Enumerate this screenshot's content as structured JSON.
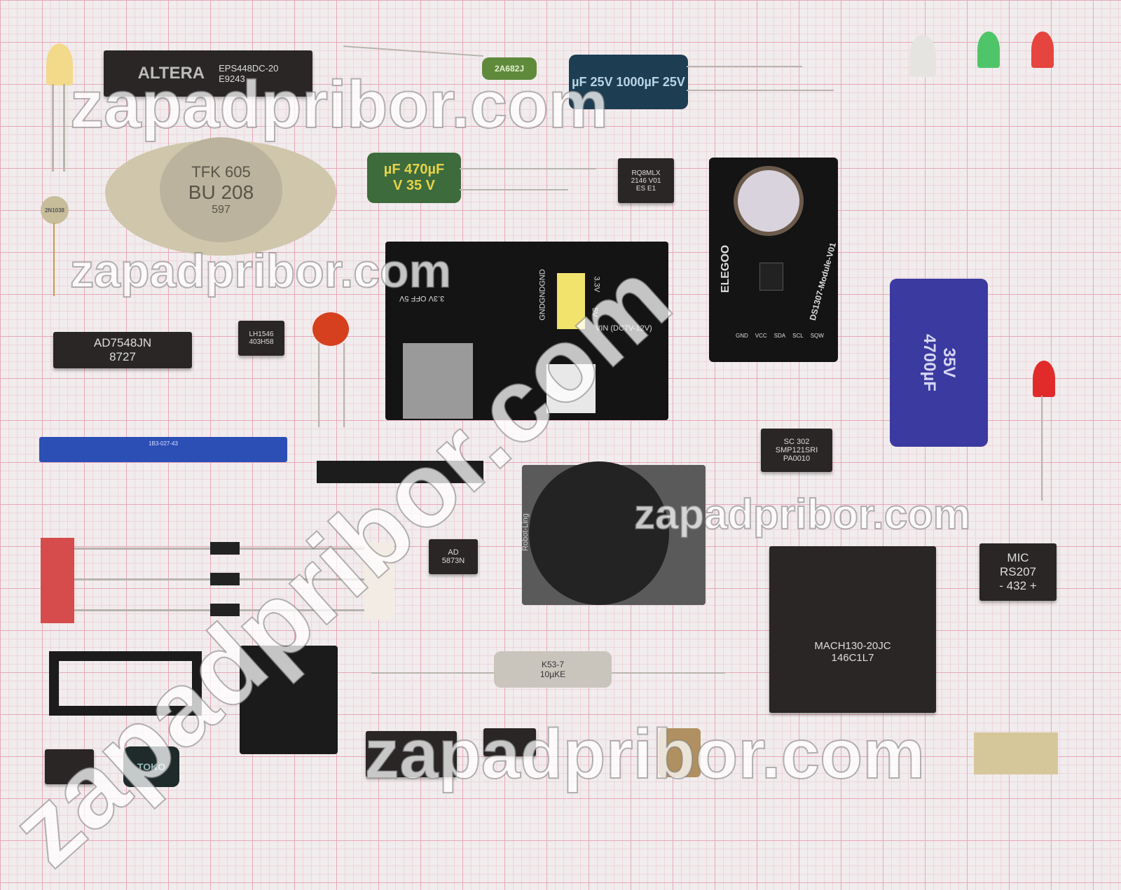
{
  "watermark": "zapadpribor.com",
  "components": {
    "altera_chip": {
      "brand": "ALTERA",
      "part": "EPS448DC-20",
      "code": "E9243"
    },
    "film_cap": {
      "label": "2A682J"
    },
    "elec_cap_1000": {
      "label": "µF 25V  1000µF 25V"
    },
    "elec_cap_470": {
      "line1": "µF 470µF",
      "line2": "V  35  V"
    },
    "power_transistor": {
      "line1": "TFK 605",
      "line2": "BU 208",
      "line3": "597"
    },
    "small_transistor": {
      "label": "2N1038"
    },
    "soic_rq8mlx": {
      "line1": "RQ8MLX",
      "line2": "2146 V01",
      "line3": "ES   E1"
    },
    "dip_ad7548": {
      "line1": "AD7548JN",
      "line2": "8727"
    },
    "dip_lh1546": {
      "line1": "LH1546",
      "line2": "403H58"
    },
    "breadboard_psu": {
      "l1": "3.3V OFF 5V",
      "l2": "GNDGNDGND",
      "l3": "3.3V",
      "l4": "5V",
      "l5": "VIN (DC7V-12V)"
    },
    "rtc_module": {
      "brand": "ELEGOO",
      "name": "DS1307-Module-V01",
      "pins": [
        "GND",
        "VCC",
        "SDA",
        "SCL",
        "SQW"
      ]
    },
    "big_cap_4700": {
      "line1": "35V",
      "line2": "4700µF"
    },
    "soic_sc302": {
      "line1": "SC 302",
      "line2": "SMP121SRI",
      "line3": "PA0010"
    },
    "edge_connector": {
      "label": "1B3-027-43"
    },
    "joystick": {
      "label": "Robot-Ling"
    },
    "dip_ad5873": {
      "line1": "AD",
      "line2": "5873N"
    },
    "plcc_mach": {
      "line1": "MACH130-20JC",
      "line2": "146C1L7"
    },
    "bridge_rectifier": {
      "line1": "MIC",
      "line2": "RS207",
      "line3": "-  432  +"
    },
    "k53_cap": {
      "line1": "K53-7",
      "line2": "10µKE"
    },
    "inductor": {
      "label": "TOKO"
    }
  }
}
